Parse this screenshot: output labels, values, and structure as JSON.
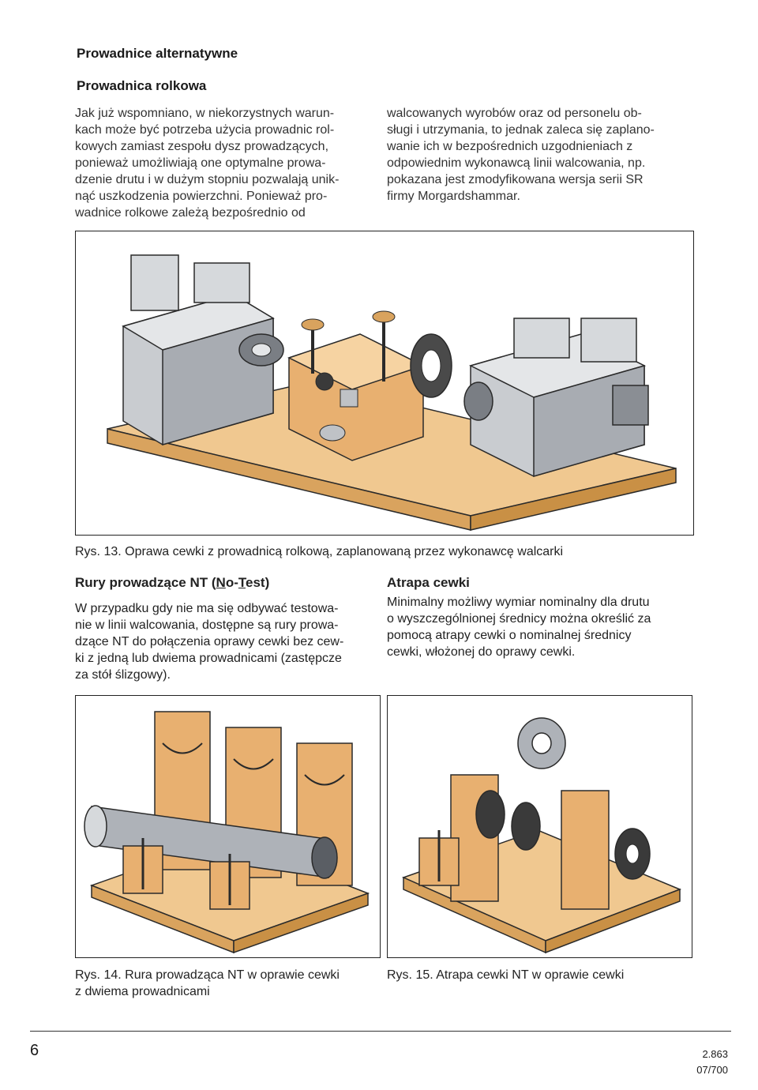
{
  "headings": {
    "main": "Prowadnice alternatywne",
    "sub": "Prowadnica rolkowa"
  },
  "intro": {
    "left_lines": [
      "Jak już wspomniano, w niekorzystnych warun-",
      "kach może być potrzeba użycia prowadnic rol-",
      "kowych zamiast zespołu dysz prowadzących,",
      "ponieważ umożliwiają one optymalne prowa-",
      "dzenie drutu i w dużym stopniu pozwalają unik-",
      "nąć uszkodzenia powierzchni. Ponieważ pro-",
      "wadnice rolkowe zależą bezpośrednio od"
    ],
    "right_lines": [
      "walcowanych wyrobów oraz od personelu ob-",
      "sługi i utrzymania, to jednak zaleca się zaplano-",
      "wanie ich w bezpośrednich uzgodnieniach z",
      "odpowiednim wykonawcą linii walcowania, np.",
      "pokazana jest zmodyfikowana wersja serii SR",
      "firmy Morgardshammar."
    ]
  },
  "figures": {
    "fig13_caption": "Rys. 13. Oprawa cewki z prowadnicą rolkową, zaplanowaną przez wykonawcę walcarki",
    "fig14_caption_lines": [
      "Rys. 14. Rura prowadząca NT w oprawie cewki",
      "z dwiema prowadnicami"
    ],
    "fig15_caption": "Rys. 15. Atrapa cewki NT w oprawie cewki"
  },
  "section_nt": {
    "title_prefix": "Rury prowadzące NT (",
    "title_n": "N",
    "title_o": "o-",
    "title_t": "T",
    "title_suffix": "est)",
    "lines": [
      "W przypadku gdy nie ma się odbywać testowa-",
      "nie w linii walcowania, dostępne są rury prowa-",
      "dzące NT do połączenia oprawy cewki bez cew-",
      "ki z jedną lub dwiema prowadnicami (zastępcze",
      "za stół ślizgowy)."
    ]
  },
  "section_dummy": {
    "title": "Atrapa cewki",
    "lines": [
      "Minimalny możliwy wymiar nominalny dla drutu",
      "o wyszczególnionej średnicy można określić za",
      "pomocą atrapy cewki o nominalnej średnicy",
      "cewki, włożonej do oprawy cewki."
    ]
  },
  "footer": {
    "page_number": "6",
    "code_line1": "2.863",
    "code_line2": "07/700"
  },
  "colors": {
    "wood": "#f0c890",
    "wood_dark": "#d9a35e",
    "brass": "#e8b070",
    "steel": "#b8bcc0",
    "steel_dark": "#7a7e84",
    "outline": "#2a2a2a"
  }
}
